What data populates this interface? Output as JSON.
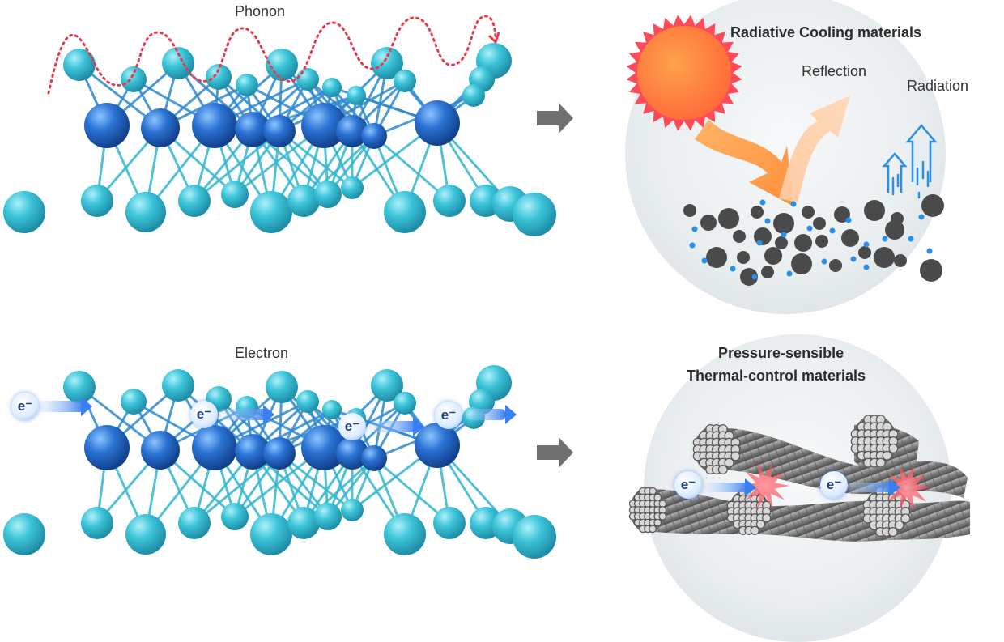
{
  "panels": {
    "phonon": {
      "title": "Phonon"
    },
    "electron": {
      "title": "Electron",
      "particle": "e⁻"
    },
    "radiative": {
      "title": "Radiative Cooling materials",
      "reflection": "Reflection",
      "radiation": "Radiation"
    },
    "pressure": {
      "title_line1": "Pressure-sensible",
      "title_line2": "Thermal-control materials",
      "particle": "e⁻"
    }
  },
  "colors": {
    "atom_light": "#3cc4d8",
    "atom_dark": "#1f6fd0",
    "bond": "#3a9fd6",
    "phonon_wave": "#e83a4a",
    "sun": "#ff7a3c",
    "arrow_grey": "#707070",
    "particle_dark": "#4a4a4a",
    "particle_blue": "#2a8fe8",
    "fiber": "#8a8a8a",
    "spark": "#ff4a5a"
  },
  "icons": [
    "sun-icon",
    "flow-arrow-icon",
    "radiation-arrow-icon",
    "electron-icon",
    "spark-icon"
  ]
}
